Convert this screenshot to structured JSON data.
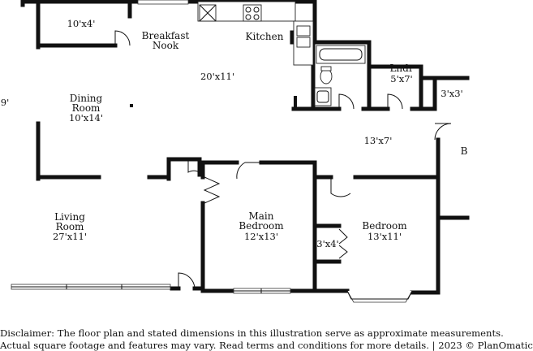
{
  "rooms": {
    "closet_top": {
      "dim": "10'x4'"
    },
    "breakfast": {
      "name1": "Breakfast",
      "name2": "Nook"
    },
    "kitchen": {
      "name": "Kitchen",
      "dim": "20'x11'"
    },
    "laundry": {
      "name": "Lndr",
      "dim": "5'x7'"
    },
    "closet_right": {
      "dim": "3'x3'"
    },
    "dining": {
      "name1": "Dining",
      "name2": "Room",
      "dim": "10'x14'"
    },
    "hall": {
      "dim": "13'x7'"
    },
    "living": {
      "name1": "Living",
      "name2": "Room",
      "dim": "27'x11'"
    },
    "main_bedroom": {
      "name1": "Main",
      "name2": "Bedroom",
      "dim": "12'x13'"
    },
    "closet_mid": {
      "dim": "3'x4'"
    },
    "bedroom": {
      "name": "Bedroom",
      "dim": "13'x11'"
    },
    "edge_left": {
      "dim": "9'"
    },
    "edge_right": {
      "label": "B"
    }
  },
  "disclaimer": {
    "line1": "Disclaimer: The floor plan and stated dimensions in this illustration serve as approximate measurements.",
    "line2": "Actual square footage and features may vary. Read terms and conditions for more details. | 2023 © PlanOmatic"
  }
}
